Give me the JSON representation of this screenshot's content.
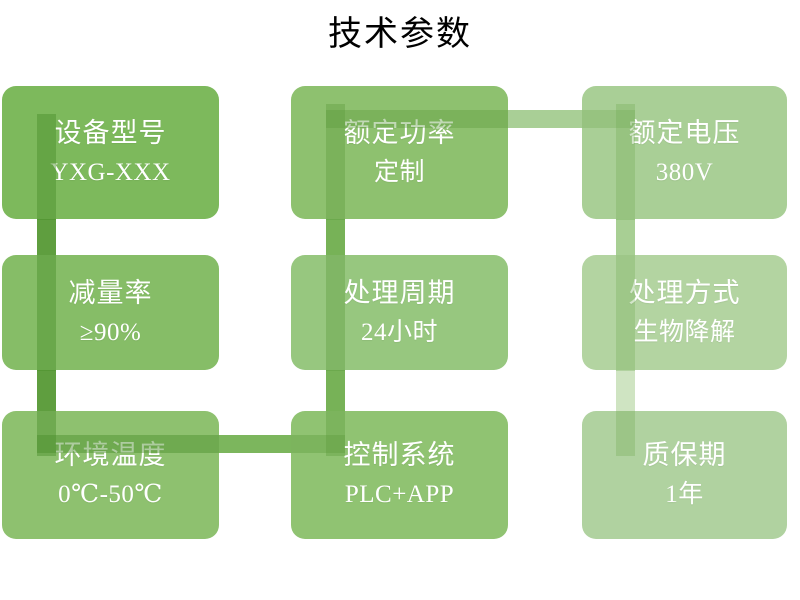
{
  "page": {
    "title": "技术参数",
    "background": "#ffffff"
  },
  "palette": {
    "green_dark": "#5f9e3f",
    "green_mid": "#7db95c",
    "green_soft": "#8ec16f",
    "green_light": "#a9cf96",
    "green_pale": "#cfe4c2",
    "text": "#ffffff",
    "title_text": "#000000"
  },
  "diagram": {
    "type": "grid-node-diagram",
    "rows": 3,
    "columns": 3,
    "cards": [
      {
        "id": "model",
        "label": "设备型号",
        "value": "YXG-XXX",
        "row": 1,
        "col": 1,
        "tone": "tone-1"
      },
      {
        "id": "power",
        "label": "额定功率",
        "value": "定制",
        "row": 1,
        "col": 2,
        "tone": "tone-2"
      },
      {
        "id": "voltage",
        "label": "额定电压",
        "value": "380V",
        "row": 1,
        "col": 3,
        "tone": "tone-3"
      },
      {
        "id": "reduction",
        "label": "减量率",
        "value": "≥90%",
        "row": 2,
        "col": 1,
        "tone": "tone-4"
      },
      {
        "id": "cycle",
        "label": "处理周期",
        "value": "24小时",
        "row": 2,
        "col": 2,
        "tone": "tone-5"
      },
      {
        "id": "method",
        "label": "处理方式",
        "value": "生物降解",
        "row": 2,
        "col": 3,
        "tone": "tone-6"
      },
      {
        "id": "temperature",
        "label": "环境温度",
        "value": "0℃-50℃",
        "row": 3,
        "col": 1,
        "tone": "tone-7"
      },
      {
        "id": "control",
        "label": "控制系统",
        "value": "PLC+APP",
        "row": 3,
        "col": 2,
        "tone": "tone-8"
      },
      {
        "id": "warranty",
        "label": "质保期",
        "value": "1年",
        "row": 3,
        "col": 3,
        "tone": "tone-9"
      }
    ],
    "connectors": [
      {
        "id": "h-power-voltage",
        "orientation": "horizontal"
      },
      {
        "id": "h-temperature-control",
        "orientation": "horizontal"
      },
      {
        "id": "v-col1-top",
        "orientation": "vertical"
      },
      {
        "id": "v-col1-bottom",
        "orientation": "vertical"
      },
      {
        "id": "v-col2-top",
        "orientation": "vertical"
      },
      {
        "id": "v-col2-bottom",
        "orientation": "vertical"
      },
      {
        "id": "v-col3-top",
        "orientation": "vertical"
      },
      {
        "id": "v-col3-bottom",
        "orientation": "vertical"
      }
    ]
  }
}
